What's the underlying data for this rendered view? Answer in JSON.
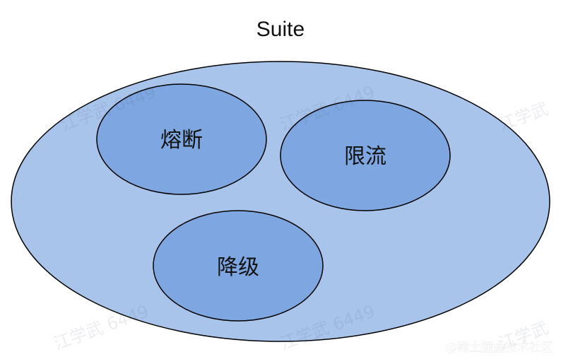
{
  "diagram": {
    "title": "Suite",
    "outer_set": {
      "fill": "#A9C4EB",
      "stroke": "#000000"
    },
    "inner_sets": [
      {
        "label": "熔断",
        "fill": "#7EA6E0"
      },
      {
        "label": "限流",
        "fill": "#7EA6E0"
      },
      {
        "label": "降级",
        "fill": "#7EA6E0"
      }
    ]
  },
  "watermarks": [
    "江学武 6449",
    "江学武 6449",
    "江学武",
    "江学武 6449",
    "江学武 6449",
    "江学武"
  ],
  "credit": "@稀土掘金技术社区"
}
